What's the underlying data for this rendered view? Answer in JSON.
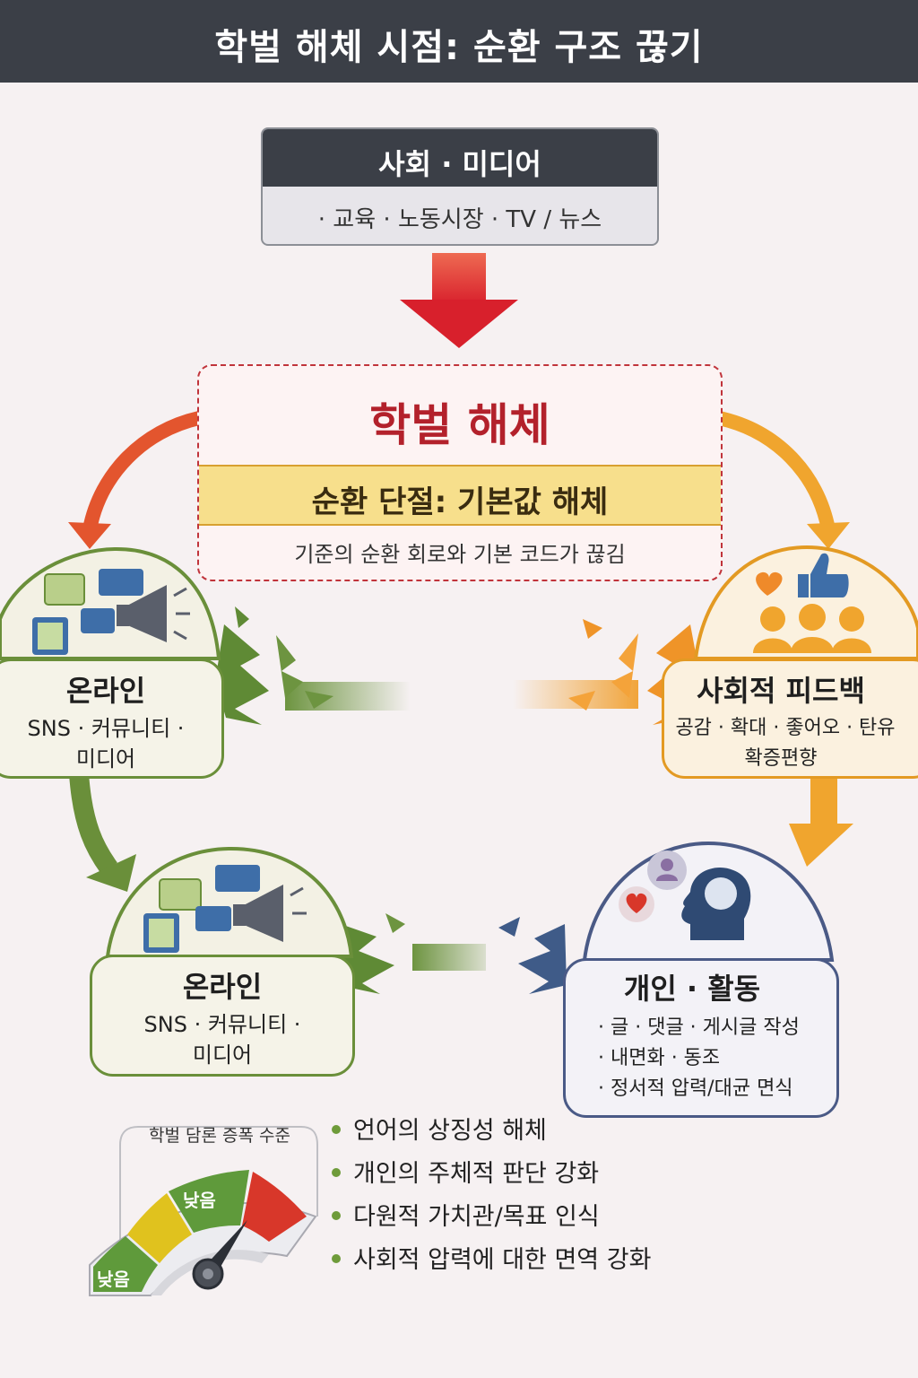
{
  "title": "학벌 해체 시점: 순환 구조 끊기",
  "top_box": {
    "title": "사회 · 미디어",
    "subtitle": "· 교육 · 노동시장 · TV / 뉴스"
  },
  "center_box": {
    "title": "학벌 해체",
    "band": "순환 단절: 기본값 해체",
    "description": "기준의 순환 회로와 기본 코드가 끊김"
  },
  "node_online_top": {
    "title": "온라인",
    "line1": "SNS · 커뮤니티 ·",
    "line2": "미디어"
  },
  "node_online_bottom": {
    "title": "온라인",
    "line1": "SNS · 커뮤니티 ·",
    "line2": "미디어"
  },
  "node_social": {
    "title": "사회적 피드백",
    "line1": "공감 · 확대 · 좋어오 · 탄유",
    "line2": "확증편향"
  },
  "node_personal": {
    "title": "개인 · 활동",
    "items": [
      "· 글 · 댓글 · 게시글 작성",
      "· 내면화 · 동조",
      "· 정서적 압력/대균 면식"
    ]
  },
  "gauge": {
    "label": "학벌 담론 증폭 수준",
    "low_label_1": "낮음",
    "low_label_2": "낮음",
    "level_percent": 85,
    "colors": {
      "green": "#5f9a3b",
      "yellow": "#e0c21e",
      "red": "#d8372a"
    }
  },
  "effects": [
    "언어의 상징성 해체",
    "개인의 주체적 판단 강화",
    "다원적 가치관/목표 인식",
    "사회적 압력에 대한 면역 강화"
  ],
  "colors": {
    "header_dark": "#3b3f47",
    "accent_red": "#c0343b",
    "online_green": "#6a8f3a",
    "feedback_orange": "#e39a23",
    "personal_blue": "#4a5a86"
  }
}
